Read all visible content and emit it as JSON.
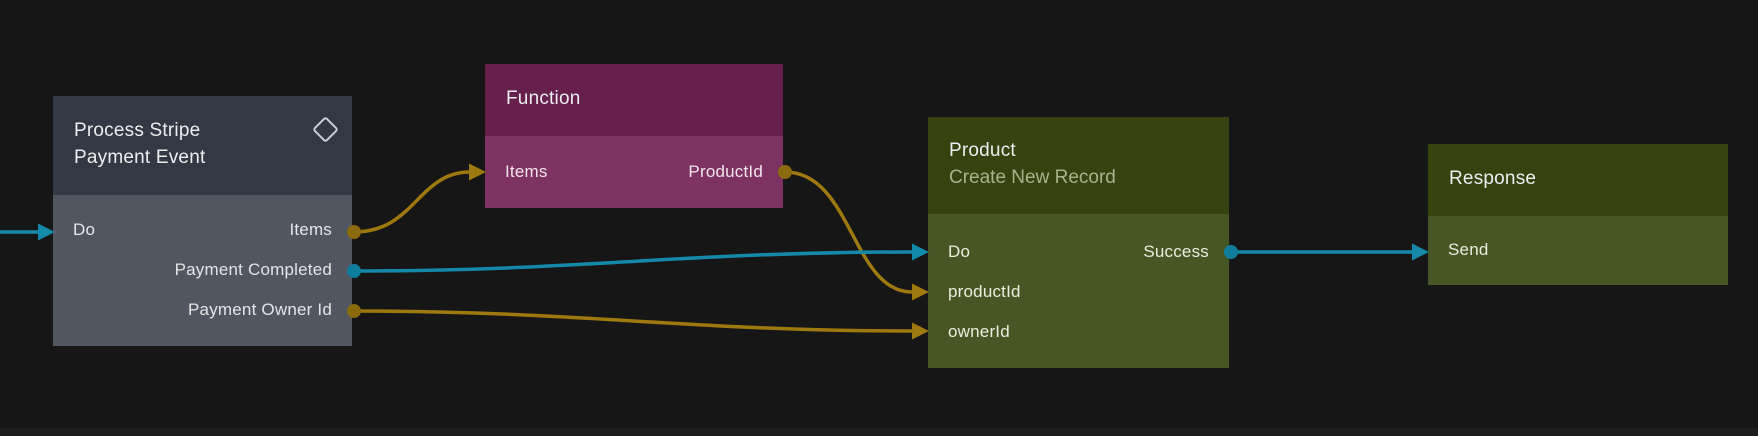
{
  "canvas": {
    "background": "#161616",
    "type": "node-graph-editor"
  },
  "colors": {
    "signal_wire": "#1489a9",
    "signal_port_dot": "#0f7e9d",
    "data_wire": "#9d790f",
    "data_port_dot": "#8a6a0d",
    "stripe_node_header": "#343845",
    "stripe_node_body": "#525660",
    "function_node_header": "#671f4e",
    "function_node_body": "#7e3263",
    "record_node_header": "#364311",
    "record_node_body": "#485525"
  },
  "nodes": [
    {
      "title": "Process Stripe Payment Event",
      "icon": "diamond-icon",
      "inputs": [
        "Do"
      ],
      "outputs": [
        "Items",
        "Payment Completed",
        "Payment Owner Id"
      ]
    },
    {
      "title": "Function",
      "inputs": [
        "Items"
      ],
      "outputs": [
        "ProductId"
      ]
    },
    {
      "title": "Product",
      "subtitle": "Create New Record",
      "inputs": [
        "Do",
        "productId",
        "ownerId"
      ],
      "outputs": [
        "Success"
      ]
    },
    {
      "title": "Response",
      "inputs": [
        "Send"
      ],
      "outputs": []
    }
  ],
  "connections": [
    {
      "from": "canvas-left-edge",
      "to": "Process Stripe Payment Event.Do",
      "type": "signal"
    },
    {
      "from": "Process Stripe Payment Event.Items",
      "to": "Function.Items",
      "type": "data"
    },
    {
      "from": "Function.ProductId",
      "to": "Product.productId",
      "type": "data"
    },
    {
      "from": "Process Stripe Payment Event.Payment Completed",
      "to": "Product.Do",
      "type": "signal"
    },
    {
      "from": "Process Stripe Payment Event.Payment Owner Id",
      "to": "Product.ownerId",
      "type": "data"
    },
    {
      "from": "Product.Success",
      "to": "Response.Send",
      "type": "signal"
    }
  ]
}
